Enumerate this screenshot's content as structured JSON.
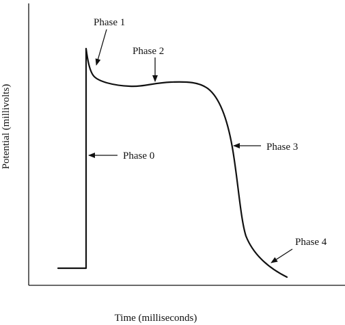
{
  "axes": {
    "xlabel": "Time (milliseconds)",
    "ylabel": "Potential (millivolts)"
  },
  "labels": {
    "phase0": "Phase 0",
    "phase1": "Phase 1",
    "phase2": "Phase 2",
    "phase3": "Phase 3",
    "phase4": "Phase 4"
  },
  "colors": {
    "line": "#111111",
    "background": "#ffffff"
  }
}
